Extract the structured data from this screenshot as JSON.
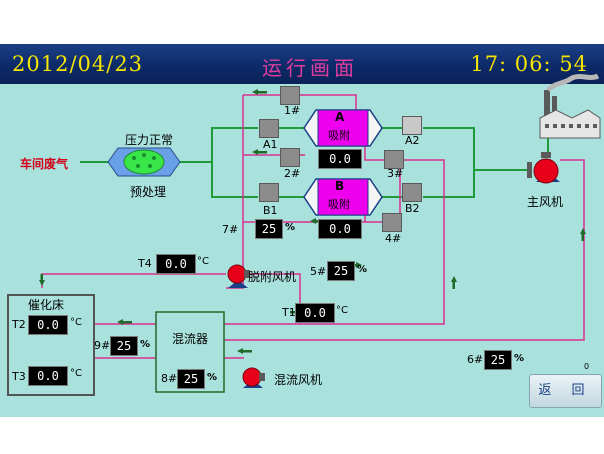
{
  "header": {
    "date": "2012/04/23",
    "title": "运行画面",
    "time": "17: 06: 54"
  },
  "labels": {
    "waste_gas": "车间废气",
    "pressure_status": "压力正常",
    "pretreatment": "预处理",
    "adsorber_a_letter": "A",
    "adsorber_a_name": "吸附",
    "adsorber_b_letter": "B",
    "adsorber_b_name": "吸附",
    "main_fan": "主风机",
    "desorb_fan": "脱附风机",
    "mix_fan": "混流风机",
    "mixer": "混流器",
    "catalytic_bed": "催化床",
    "valves": {
      "v1": "1#",
      "va1": "A1",
      "v2": "2#",
      "va2": "A2",
      "v3": "3#",
      "vb1": "B1",
      "vb2": "B2",
      "v4": "4#"
    },
    "t4": "T4",
    "t1": "T1",
    "t2": "T2",
    "t3": "T3",
    "n5": "5#",
    "n6": "6#",
    "n7": "7#",
    "n8": "8#",
    "n9": "9#",
    "small_zero": "0"
  },
  "readings": {
    "adsorber_a": "0.0",
    "adsorber_b": "0.0",
    "t4": "0.0",
    "t1": "0.0",
    "t2": "0.0",
    "t3": "0.0",
    "p7": "25",
    "p5": "25",
    "p9": "25",
    "p8": "25",
    "p6": "25"
  },
  "units": {
    "celsius": "°C",
    "percent": "%"
  },
  "buttons": {
    "return": "返  回"
  },
  "colors": {
    "background": "#a9e2dc",
    "header": "#1b3f86",
    "header_text": "#f4e400",
    "title_text": "#e03c9c",
    "green_pipe": "#1f9b3a",
    "pink_pipe": "#d9308f",
    "adsorber": "#ee00ee"
  }
}
